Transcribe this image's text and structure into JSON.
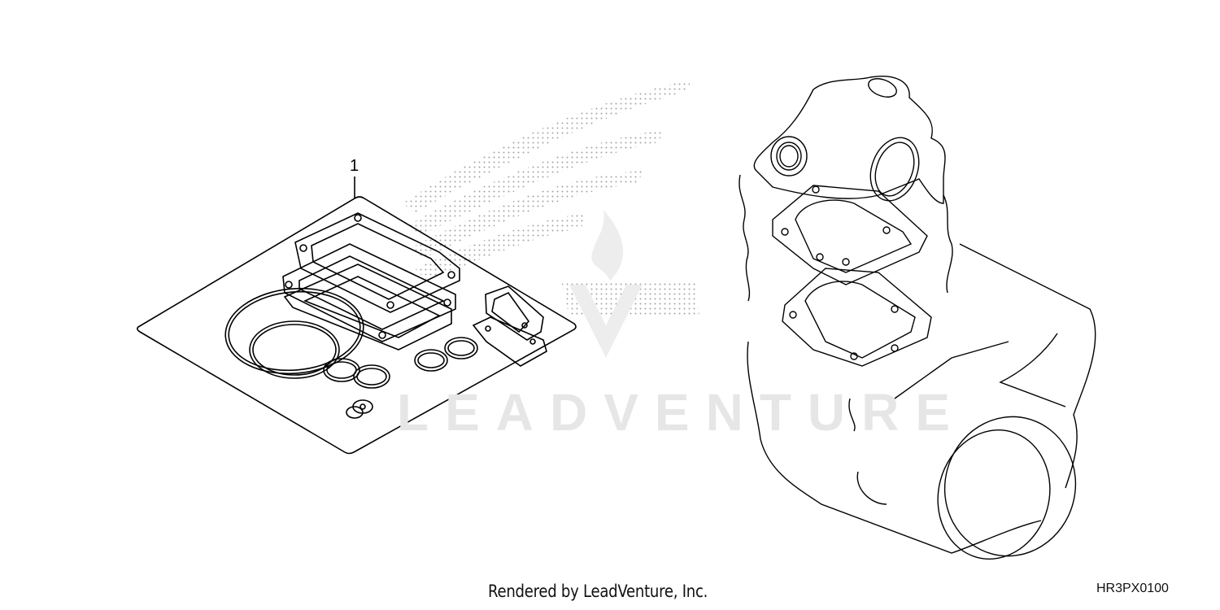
{
  "diagram": {
    "callouts": [
      {
        "id": "1",
        "label": "1",
        "part": "gasket-kit"
      }
    ],
    "watermark": {
      "text": "LEADVENTURE",
      "dot_color": "#9a9a9a",
      "text_color": "#e6e6e6"
    },
    "footer": {
      "credit": "Rendered by LeadVenture, Inc.",
      "diagram_code": "HR3PX0100"
    },
    "colors": {
      "line": "#000000",
      "background": "#ffffff"
    }
  }
}
